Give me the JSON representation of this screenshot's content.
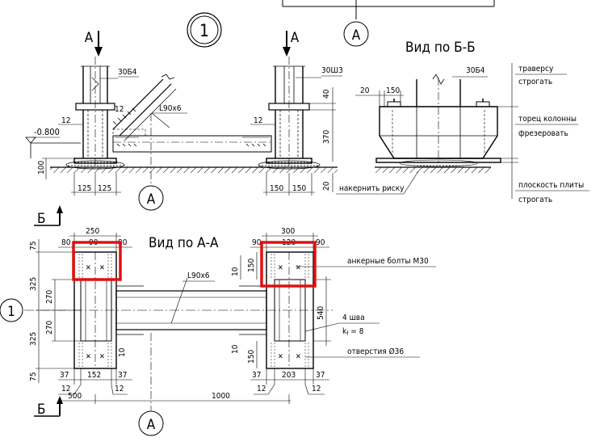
{
  "markers": {
    "node_1_top": "1",
    "axis_A_top": "A",
    "axis_A_mid": "A",
    "axis_A_bottom": "A",
    "axis_1_left": "1"
  },
  "section_cuts": {
    "A_left": "A",
    "A_right": "A",
    "B_top": "Б",
    "B_bottom": "Б"
  },
  "titles": {
    "view_BB": "Вид по Б-Б",
    "view_AA": "Вид по А-А"
  },
  "profiles": {
    "col_left": "30Б4",
    "col_right": "30Ш3",
    "brace_top": "L90x6",
    "brace_plan": "L90x6",
    "col_BB": "30Б4"
  },
  "notes": {
    "traverse_1": "траверсу",
    "traverse_2": "строгать",
    "col_end_1": "торец колонны",
    "col_end_2": "фрезеровать",
    "plate_1": "плоскость плиты",
    "plate_2": "строгать",
    "punch_mark": "накернить риску",
    "anchor": "анкерные болты М30",
    "weld_1": "4 шва",
    "weld_2": "k",
    "weld_sub": "f",
    "weld_3": " = 8",
    "holes": "отверстия Ø36"
  },
  "dims_elev": {
    "level": "-0.800",
    "d100": "100",
    "d12_l": "12",
    "d12_br": "12",
    "d12_r": "12",
    "d40": "40",
    "d370": "370",
    "d20": "20",
    "d125a": "125",
    "d125b": "125",
    "d150a": "150",
    "d150b": "150"
  },
  "dims_bb": {
    "d20": "20",
    "d150": "150"
  },
  "dims_plan": {
    "d250": "250",
    "d80a": "80",
    "d90a": "90",
    "d80b": "80",
    "d300": "300",
    "d90b": "90",
    "d120": "120",
    "d90c": "90",
    "d75t": "75",
    "d325a": "325",
    "d270a": "270",
    "d270b": "270",
    "d325b": "325",
    "d75b": "75",
    "d150t": "150",
    "d10t": "10",
    "d10b": "10",
    "d10l": "10",
    "d150b": "150",
    "d540": "540",
    "d37a": "37",
    "d152": "152",
    "d37b": "37",
    "d37c": "37",
    "d203": "203",
    "d37d": "37",
    "d12a": "12",
    "d12b": "12",
    "d12c": "12",
    "d12d": "12",
    "d500": "500",
    "d1000": "1000"
  },
  "colors": {
    "ink": "#000000",
    "highlight": "#e01010",
    "background": "#ffffff"
  }
}
